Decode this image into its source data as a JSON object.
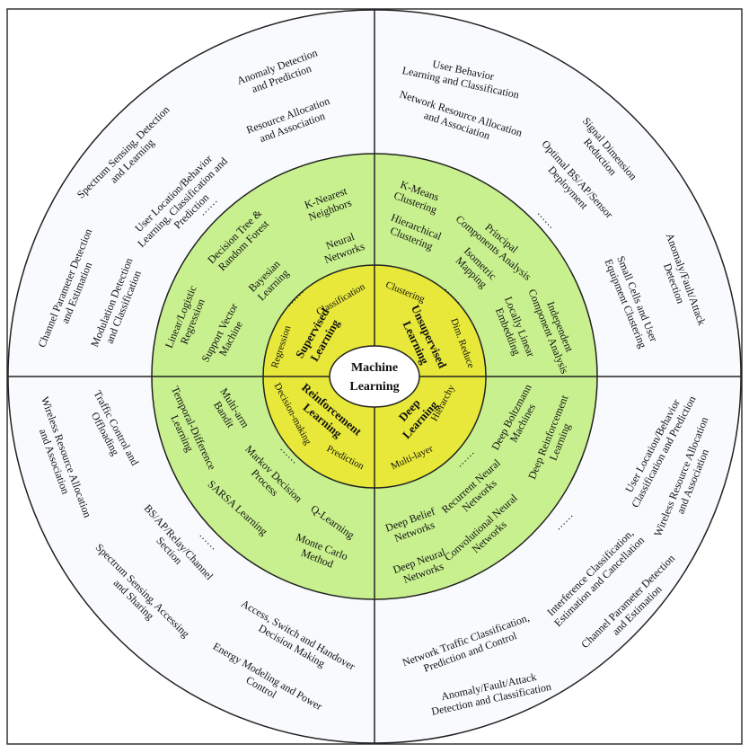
{
  "colors": {
    "outer_ring": "#f8fafd",
    "green_ring": "#c8f08e",
    "yellow_ring": "#e8e83a",
    "center": "#ffffff",
    "stroke": "#222222"
  },
  "center": {
    "line1": "Machine",
    "line2": "Learning"
  },
  "inner": {
    "supervised": {
      "line1": "Supervised",
      "line2": "Learning"
    },
    "unsupervised": {
      "line1": "Unsupervised",
      "line2": "Learning"
    },
    "reinforcement": {
      "line1": "Reinforcement",
      "line2": "Learning"
    },
    "deep": {
      "line1": "Deep",
      "line2": "Learning"
    },
    "classification": "Classification",
    "regression": "Regression",
    "clustering": "Clustering",
    "dim_reduce": "Dim. Reduce",
    "decision_making": "Decision-making",
    "prediction": "Prediction",
    "hierarchy": "Hierarchy",
    "multi_layer": "Multi-layer"
  },
  "green": {
    "knn": {
      "line1": "K-Nearest",
      "line2": "Neighbors"
    },
    "decision_tree": {
      "line1": "Decision Tree &",
      "line2": "Random Forest"
    },
    "neural_networks": {
      "line1": "Neural",
      "line2": "Networks"
    },
    "bayesian": {
      "line1": "Bayesian",
      "line2": "Learning"
    },
    "linear_logistic": {
      "line1": "Linear/Logistic",
      "line2": "Regression"
    },
    "svm": {
      "line1": "Support Vector",
      "line2": "Machine"
    },
    "kmeans": {
      "line1": "K-Means",
      "line2": "Clustering"
    },
    "pca": {
      "line1": "Principal",
      "line2": "Components Analysis"
    },
    "hierarchical": {
      "line1": "Hierarchical",
      "line2": "Clustering"
    },
    "isometric": {
      "line1": "Isometric",
      "line2": "Mapping"
    },
    "ica": {
      "line1": "Independent",
      "line2": "Component Analysis"
    },
    "lle": {
      "line1": "Locally Linear",
      "line2": "Embedding"
    },
    "td": {
      "line1": "Temporal-Difference",
      "line2": "Learning"
    },
    "mab": {
      "line1": "Multi-arm",
      "line2": "Bandit"
    },
    "mdp": {
      "line1": "Markov Decision",
      "line2": "Process"
    },
    "sarsa": "SARSA Learning",
    "qlearning": "Q-Learning",
    "montecarlo": {
      "line1": "Monte Carlo",
      "line2": "Method"
    },
    "dbm": {
      "line1": "Deep Boltzmann",
      "line2": "Machines"
    },
    "drl": {
      "line1": "Deep Reinforcement",
      "line2": "Learning"
    },
    "rnn": {
      "line1": "Recurrent Neural",
      "line2": "Networks"
    },
    "cnn": {
      "line1": "Convolutional Neural",
      "line2": "Networks"
    },
    "dbn": {
      "line1": "Deep Belief",
      "line2": "Networks"
    },
    "dnn": {
      "line1": "Deep Neural",
      "line2": "Networks"
    },
    "ellipsis": "……"
  },
  "outer": {
    "tl_anomaly": {
      "line1": "Anomaly Detection",
      "line2": "and Prediction"
    },
    "tl_resource": {
      "line1": "Resource Allocation",
      "line2": "and Association"
    },
    "tl_spectrum": {
      "line1": "Spectrum Sensing, Detection",
      "line2": "and Learning"
    },
    "tl_user_location": {
      "line1": "User Location/Behavior",
      "line2": "Learning, Classification and",
      "line3": "Prediction"
    },
    "tl_channel": {
      "line1": "Channel Parameter Detection",
      "line2": "and Estimation"
    },
    "tl_modulation": {
      "line1": "Modulation Detection",
      "line2": "and Classification"
    },
    "tr_user_behavior": {
      "line1": "User Behavior",
      "line2": "Learning and Classification"
    },
    "tr_network_resource": {
      "line1": "Network Resource Allocation",
      "line2": "and Association"
    },
    "tr_signal_dim": {
      "line1": "Signal Dimension",
      "line2": "Reduction"
    },
    "tr_optimal_bs": {
      "line1": "Optimal BS/AP/Sensor",
      "line2": "Deployment"
    },
    "tr_anomaly": {
      "line1": "Anomaly/Fault/Attack",
      "line2": "Detection"
    },
    "tr_small_cells": {
      "line1": "Small Cells and User",
      "line2": "Equipment Clustering"
    },
    "bl_wireless": {
      "line1": "Wireless Resource Allocation",
      "line2": "and Association"
    },
    "bl_traffic": {
      "line1": "Traffic Control and",
      "line2": "Offloading"
    },
    "bl_bs_relay": {
      "line1": "BS/AP/Relay/Channel",
      "line2": "Section"
    },
    "bl_spectrum": {
      "line1": "Spectrum Sensing, Accessing",
      "line2": "and Sharing"
    },
    "bl_access": {
      "line1": "Access, Switch and Handover",
      "line2": "Decision Making"
    },
    "bl_energy": {
      "line1": "Energy Modeling and Power",
      "line2": "Control"
    },
    "br_user_location": {
      "line1": "User Location/Behavior",
      "line2": "Classification and Prediction"
    },
    "br_wireless": {
      "line1": "Wireless Resource Allocation",
      "line2": "and Association"
    },
    "br_interference": {
      "line1": "Interference Classification,",
      "line2": "Estimation and Cancellation"
    },
    "br_channel": {
      "line1": "Channel Parameter Detection",
      "line2": "and Estimation"
    },
    "br_network_traffic": {
      "line1": "Network Traffic Classification,",
      "line2": "Prediction and Control"
    },
    "br_anomaly": {
      "line1": "Anomaly/Fault/Attack",
      "line2": "Detection and Classification"
    },
    "ellipsis": "……"
  }
}
